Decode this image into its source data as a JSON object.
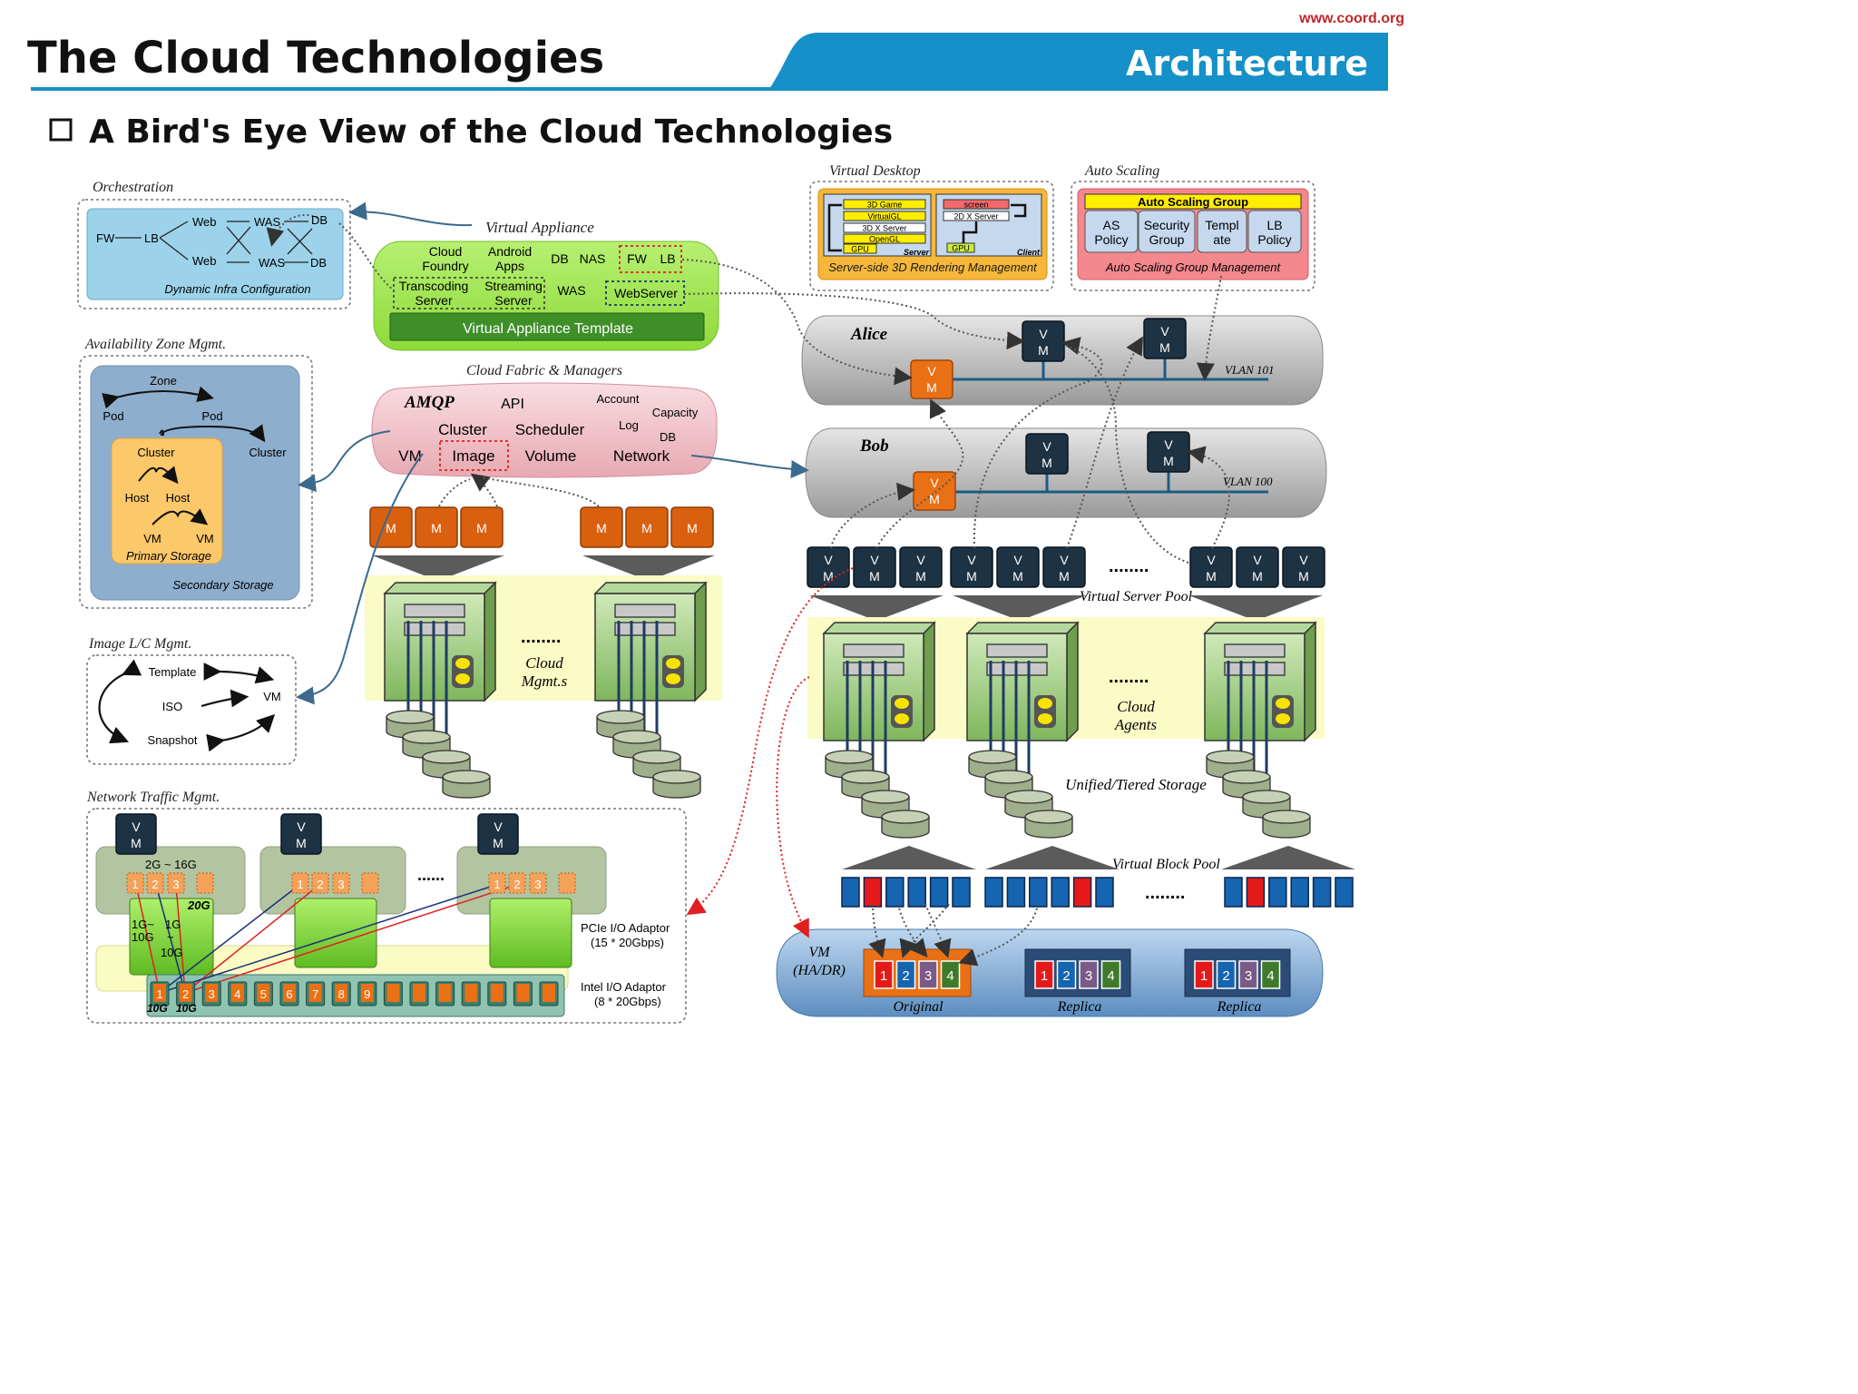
{
  "header": {
    "site": "www.coord.org",
    "title": "The Cloud Technologies",
    "section": "Architecture",
    "subtitle": "A Bird's Eye View of the Cloud Technologies"
  },
  "orchestration": {
    "label": "Orchestration",
    "nodes": [
      "FW",
      "LB",
      "Web",
      "Web",
      "WAS",
      "WAS",
      "DB",
      "DB"
    ],
    "caption": "Dynamic Infra Configuration"
  },
  "availability_zone": {
    "label": "Availability Zone Mgmt.",
    "zone": "Zone",
    "pod1": "Pod",
    "pod2": "Pod",
    "cluster1": "Cluster",
    "cluster2": "Cluster",
    "host1": "Host",
    "host2": "Host",
    "vm1": "VM",
    "vm2": "VM",
    "primary": "Primary Storage",
    "secondary": "Secondary Storage"
  },
  "image_lc": {
    "label": "Image L/C Mgmt.",
    "template": "Template",
    "iso": "ISO",
    "snapshot": "Snapshot",
    "vm": "VM"
  },
  "network_traffic": {
    "label": "Network Traffic Mgmt.",
    "vm": [
      "V",
      "M"
    ],
    "bw1": "2G ~ 16G",
    "bw2": "20G",
    "bw3": "1G~",
    "bw4": "1G",
    "bw5": "10G",
    "bw6": "~",
    "bw7": "10G",
    "ports_top": [
      "1",
      "2",
      "3"
    ],
    "ports_bottom": [
      "1",
      "2",
      "3",
      "4",
      "5",
      "6",
      "7",
      "8",
      "9"
    ],
    "bottom_labels": [
      "10G",
      "10G"
    ],
    "pcie": "PCIe I/O Adaptor",
    "pcie_spec": "(15 * 20Gbps)",
    "intel": "Intel I/O Adaptor",
    "intel_spec": "(8 * 20Gbps)",
    "dots": "......"
  },
  "virtual_appliance": {
    "label": "Virtual Appliance",
    "items": [
      "Cloud",
      "Foundry",
      "Android",
      "Apps",
      "DB",
      "NAS",
      "FW",
      "LB",
      "Transcoding",
      "Server",
      "Streaming",
      "Server",
      "WAS",
      "WebServer"
    ],
    "template": "Virtual Appliance Template"
  },
  "cloud_fabric": {
    "label": "Cloud Fabric & Managers",
    "items": [
      "AMQP",
      "API",
      "Account",
      "Capacity",
      "Cluster",
      "Scheduler",
      "Log",
      "DB",
      "VM",
      "Image",
      "Volume",
      "Network"
    ],
    "m": "M",
    "dots": "........",
    "mgmt": [
      "Cloud",
      "Mgmt.s"
    ]
  },
  "virtual_desktop": {
    "label": "Virtual Desktop",
    "server_items": [
      "3D Game",
      "VirtualGL",
      "3D X Server",
      "OpenGL",
      "GPU"
    ],
    "client_items": [
      "screen",
      "2D X Server",
      "GPU"
    ],
    "server_tag": "Server",
    "client_tag": "Client",
    "caption": "Server-side 3D Rendering Management"
  },
  "auto_scaling": {
    "label": "Auto Scaling",
    "group": "Auto Scaling Group",
    "items": [
      [
        "AS",
        "Policy"
      ],
      [
        "Security",
        "Group"
      ],
      [
        "Templ",
        "ate"
      ],
      [
        "LB",
        "Policy"
      ]
    ],
    "caption": "Auto Scaling Group Management"
  },
  "tenants": {
    "alice": "Alice",
    "alice_vlan": "VLAN 101",
    "bob": "Bob",
    "bob_vlan": "VLAN 100",
    "vm": [
      "V",
      "M"
    ]
  },
  "server_pool": {
    "label": "Virtual Server Pool",
    "dots": "........",
    "agents": [
      "Cloud",
      "Agents"
    ],
    "storage": "Unified/Tiered Storage"
  },
  "block_pool": {
    "label": "Virtual Block Pool",
    "dots": "........",
    "vm_ha": [
      "VM",
      "(HA/DR)"
    ],
    "blocks": [
      "1",
      "2",
      "3",
      "4"
    ],
    "original": "Original",
    "replica1": "Replica",
    "replica2": "Replica"
  }
}
